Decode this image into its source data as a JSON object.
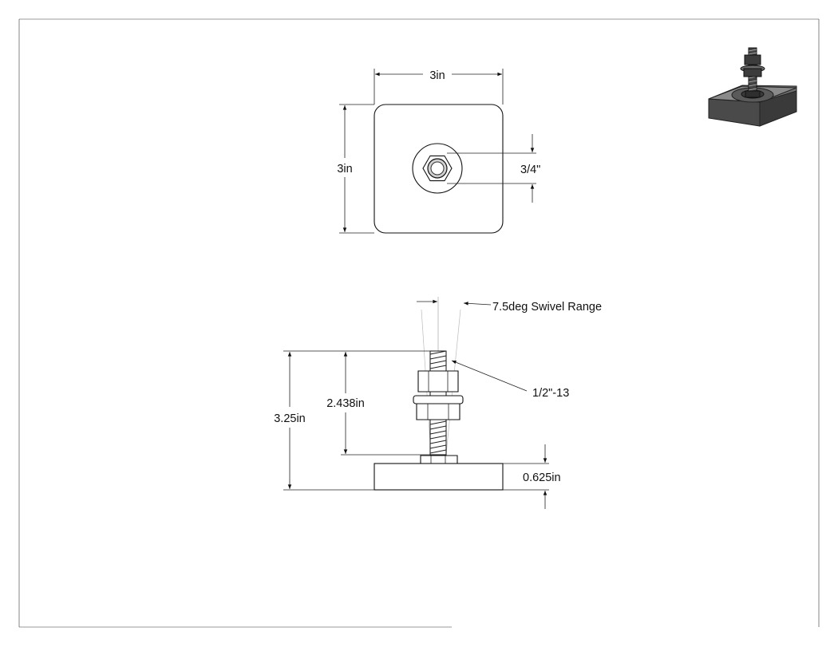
{
  "drawing": {
    "top_view": {
      "width_label": "3in",
      "height_label": "3in",
      "stud_label": "3/4\""
    },
    "side_view": {
      "swivel_label": "7.5deg Swivel Range",
      "thread_label": "1/2\"-13",
      "overall_height_label": "3.25in",
      "stud_height_label": "2.438in",
      "base_thickness_label": "0.625in"
    }
  },
  "colors": {
    "line": "#222222",
    "part_fill": "#ffffff",
    "iso_dark": "#3a3a3a",
    "iso_mid": "#7a7a7a"
  }
}
